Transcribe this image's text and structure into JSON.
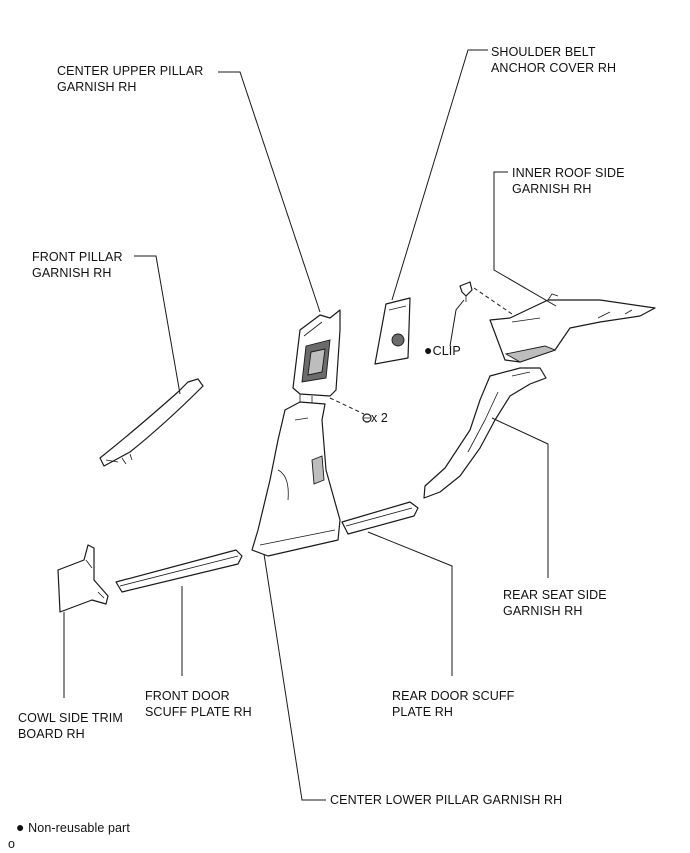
{
  "labels": {
    "center_upper_pillar": [
      "CENTER UPPER PILLAR",
      "GARNISH RH"
    ],
    "shoulder_belt_cover": [
      "SHOULDER BELT",
      "ANCHOR COVER RH"
    ],
    "inner_roof_side": [
      "INNER ROOF SIDE",
      "GARNISH RH"
    ],
    "front_pillar": [
      "FRONT PILLAR",
      "GARNISH RH"
    ],
    "clip": "CLIP",
    "qty": "x 2",
    "rear_seat_side": [
      "REAR SEAT SIDE",
      "GARNISH RH"
    ],
    "cowl_side": [
      "COWL SIDE TRIM",
      "BOARD RH"
    ],
    "front_door_scuff": [
      "FRONT DOOR",
      "SCUFF PLATE RH"
    ],
    "rear_door_scuff": [
      "REAR DOOR SCUFF",
      "PLATE RH"
    ],
    "center_lower_pillar": "CENTER LOWER PILLAR GARNISH RH"
  },
  "legend": {
    "symbol": "●",
    "text": "Non-reusable part"
  },
  "corner_mark": "o"
}
